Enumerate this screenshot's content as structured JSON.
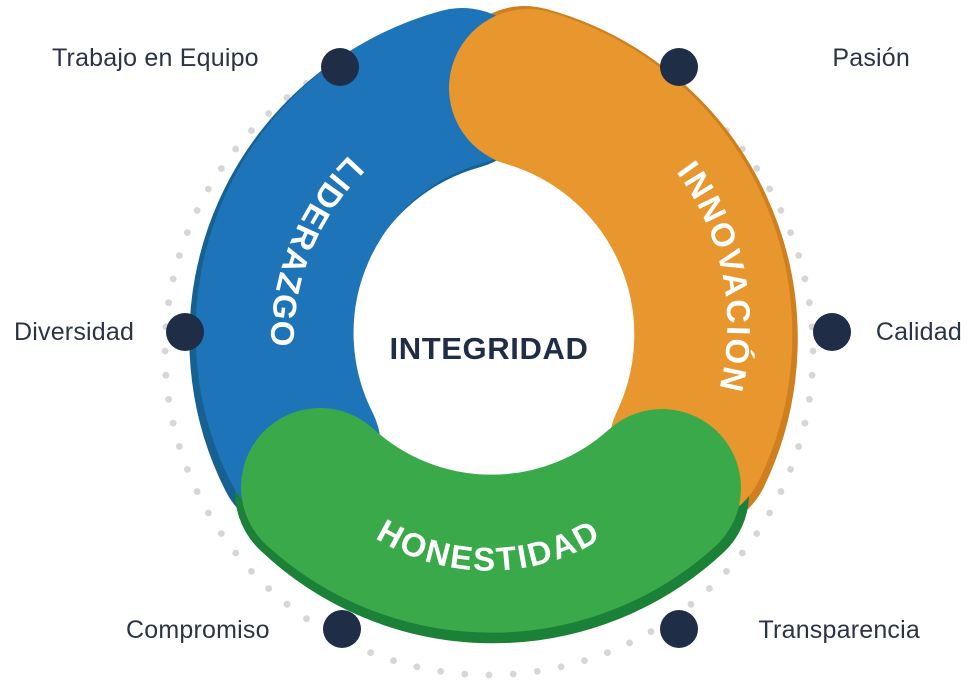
{
  "diagram": {
    "title": "INTEGRIDAD",
    "center": {
      "label": "INTEGRIDAD",
      "color": "#1f2d47"
    },
    "segments": [
      {
        "id": "liderazgo",
        "label": "LIDERAZGO",
        "color": "#1e74b8",
        "shadow": "#176192",
        "text_color": "#ffffff",
        "position": "left"
      },
      {
        "id": "innovacion",
        "label": "INNOVACIÓN",
        "color": "#e8962e",
        "shadow": "#cf7f1e",
        "text_color": "#ffffff",
        "position": "right"
      },
      {
        "id": "honestidad",
        "label": "HONESTIDAD",
        "color": "#3aa94a",
        "shadow": "#1b8038",
        "text_color": "#ffffff",
        "position": "bottom"
      }
    ],
    "outer_nodes": [
      {
        "id": "trabajo-en-equipo",
        "label": "Trabajo en Equipo",
        "dot_color": "#1f2d47"
      },
      {
        "id": "pasion",
        "label": "Pasión",
        "dot_color": "#1f2d47"
      },
      {
        "id": "diversidad",
        "label": "Diversidad",
        "dot_color": "#1f2d47"
      },
      {
        "id": "calidad",
        "label": "Calidad",
        "dot_color": "#1f2d47"
      },
      {
        "id": "compromiso",
        "label": "Compromiso",
        "dot_color": "#1f2d47"
      },
      {
        "id": "transparencia",
        "label": "Transparencia",
        "dot_color": "#1f2d47"
      }
    ],
    "dotted_ring": {
      "color": "#d6d6d6",
      "dot_count": 84
    }
  }
}
